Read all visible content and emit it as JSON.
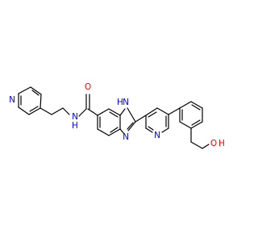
{
  "molecule": {
    "atom_labels": {
      "pyridine_n_left": "N",
      "amide_nh": "N",
      "amide_h": "H",
      "carbonyl_o": "O",
      "imidazole_nh_n": "N",
      "imidazole_nh_h": "H",
      "imidazole_n": "N",
      "pyridine_n_right": "N",
      "hydroxyl_o": "O",
      "hydroxyl_h": "H"
    },
    "colors": {
      "bond": "#000000",
      "nitrogen": "#0000ff",
      "oxygen": "#ff0000"
    }
  }
}
